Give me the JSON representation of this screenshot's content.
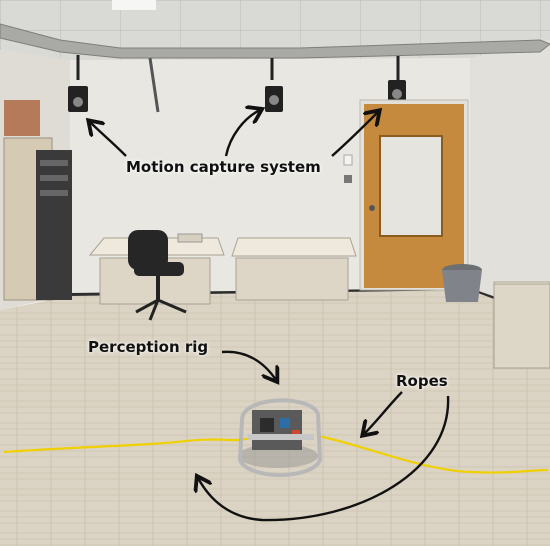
{
  "labels": {
    "motion_capture": "Motion capture system",
    "perception_rig": "Perception rig",
    "ropes": "Ropes"
  },
  "colors": {
    "ceiling": "#d6d6d2",
    "wall": "#e9e8e2",
    "floor": "#d9d1c1",
    "door": "#c98a3c",
    "rope": "#f0d000",
    "arrow": "#111111"
  }
}
